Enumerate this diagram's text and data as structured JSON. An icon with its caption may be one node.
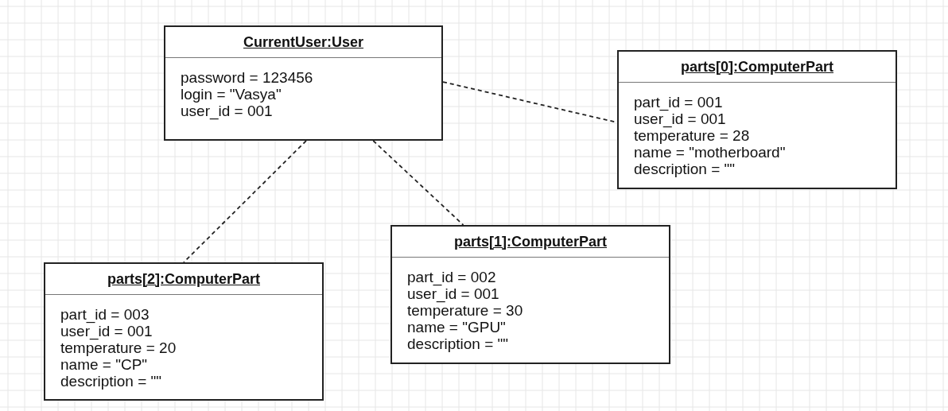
{
  "diagram": {
    "nodes": [
      {
        "text": [
          "CurrentUser:User",
          "password = 123456",
          "login = \"Vasya\"",
          "user_id = 001"
        ]
      },
      {
        "text": [
          "parts[0]:ComputerPart",
          "part_id = 001",
          "user_id = 001",
          "temperature = 28",
          "name = \"motherboard\"",
          "description = \"\""
        ]
      },
      {
        "text": [
          "parts[1]:ComputerPart",
          "part_id = 002",
          "user_id = 001",
          "temperature = 30",
          "name = \"GPU\"",
          "description = \"\""
        ]
      },
      {
        "text": [
          "parts[2]:ComputerPart",
          "part_id = 003",
          "user_id = 001",
          "temperature = 20",
          "name = \"CP\"",
          "description = \"\""
        ]
      }
    ],
    "edges": [
      {
        "from": 0,
        "to": 1,
        "arrow": "none",
        "style": "dashed"
      },
      {
        "from": 0,
        "to": 2,
        "arrow": "none",
        "style": "dashed"
      },
      {
        "from": 0,
        "to": 3,
        "arrow": "none",
        "style": "dashed"
      }
    ]
  }
}
